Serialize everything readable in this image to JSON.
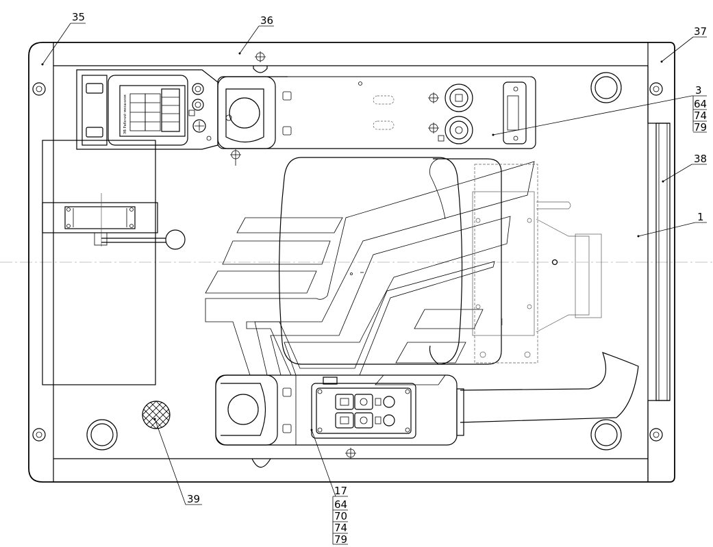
{
  "callouts": {
    "c35": "35",
    "c36": "36",
    "c37": "37",
    "c3": "3",
    "c37_stack": [
      "64",
      "74",
      "79"
    ],
    "c38": "38",
    "c1": "1",
    "c39": "39",
    "c17": "17",
    "c17_stack": [
      "64",
      "70",
      "74",
      "79"
    ]
  },
  "panel": {
    "label_text": "ЭВ Рабочий механизм"
  }
}
